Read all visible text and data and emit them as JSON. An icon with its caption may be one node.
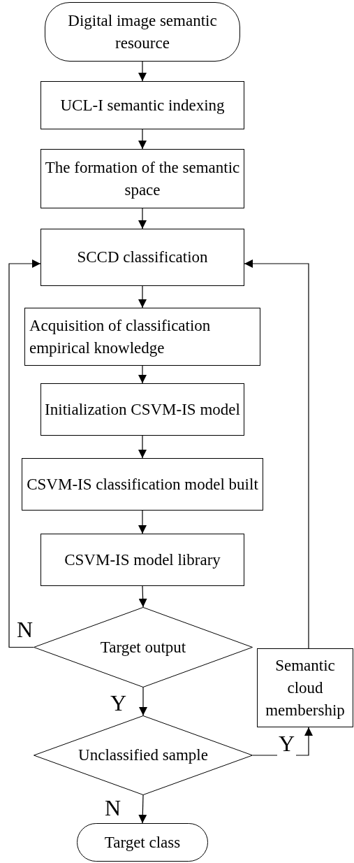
{
  "diagram": {
    "nodes": [
      {
        "text": [
          "Digital image semantic resource"
        ]
      },
      {
        "text": [
          "UCL-I semantic indexing"
        ]
      },
      {
        "text": [
          "The formation of the semantic space"
        ]
      },
      {
        "text": [
          "SCCD classification"
        ]
      },
      {
        "text": [
          "Acquisition of classification empirical knowledge"
        ]
      },
      {
        "text": [
          "Initialization  CSVM-IS model"
        ]
      },
      {
        "text": [
          "CSVM-IS classification model built"
        ]
      },
      {
        "text": [
          "CSVM-IS model library"
        ]
      },
      {
        "text": [
          "Target output"
        ]
      },
      {
        "text": [
          "Semantic cloud membership"
        ]
      },
      {
        "text": [
          "Unclassified sample"
        ]
      },
      {
        "text": [
          "Target class"
        ]
      }
    ],
    "edges": [
      {
        "from": 0,
        "to": 1,
        "arrow": "to"
      },
      {
        "from": 1,
        "to": 2,
        "arrow": "to"
      },
      {
        "from": 2,
        "to": 3,
        "arrow": "to"
      },
      {
        "from": 3,
        "to": 4,
        "arrow": "to"
      },
      {
        "from": 4,
        "to": 5,
        "arrow": "to"
      },
      {
        "from": 5,
        "to": 6,
        "arrow": "to"
      },
      {
        "from": 6,
        "to": 7,
        "arrow": "to"
      },
      {
        "from": 7,
        "to": 8,
        "arrow": "to"
      },
      {
        "from": 8,
        "to": 3,
        "arrow": "to",
        "label": "N"
      },
      {
        "from": 8,
        "to": 10,
        "arrow": "to",
        "label": "Y"
      },
      {
        "from": 10,
        "to": 9,
        "arrow": "to",
        "label": "Y"
      },
      {
        "from": 9,
        "to": 3,
        "arrow": "to"
      },
      {
        "from": 10,
        "to": 11,
        "arrow": "to",
        "label": "N"
      }
    ]
  }
}
